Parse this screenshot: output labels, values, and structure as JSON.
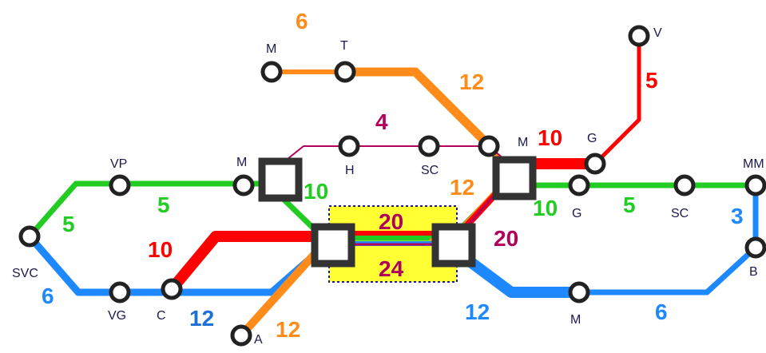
{
  "colors": {
    "green": "#22cc22",
    "blue": "#1e88ff",
    "red": "#ff0000",
    "orange": "#ff8c1a",
    "magenta": "#b3005c",
    "label": "#1a1a4e",
    "highlight": "#ffff33",
    "highlight_border": "#1a1aa0"
  },
  "stations": {
    "m_top": "M",
    "t": "T",
    "v": "V",
    "g_top": "G",
    "m_mid": "M",
    "m_left": "M",
    "h": "H",
    "sc_top": "SC",
    "vp": "VP",
    "svc": "SVC",
    "vg": "VG",
    "c": "C",
    "a": "A",
    "g_right": "G",
    "sc_right": "SC",
    "mm": "MM",
    "b": "B",
    "m_bottom": "M"
  },
  "frequencies": {
    "orange_top": "6",
    "orange_right": "12",
    "orange_mid": "12",
    "orange_bottom": "12",
    "red_v": "5",
    "red_mid": "10",
    "red_left": "10",
    "red_trunk": "20",
    "magenta_top": "4",
    "magenta_trunk": "20",
    "magenta_lower": "24",
    "green_left": "5",
    "green_vp": "5",
    "green_m": "10",
    "green_g": "10",
    "green_right": "5",
    "blue_svc": "6",
    "blue_c": "12",
    "blue_m": "12",
    "blue_right": "6",
    "blue_b": "3"
  }
}
